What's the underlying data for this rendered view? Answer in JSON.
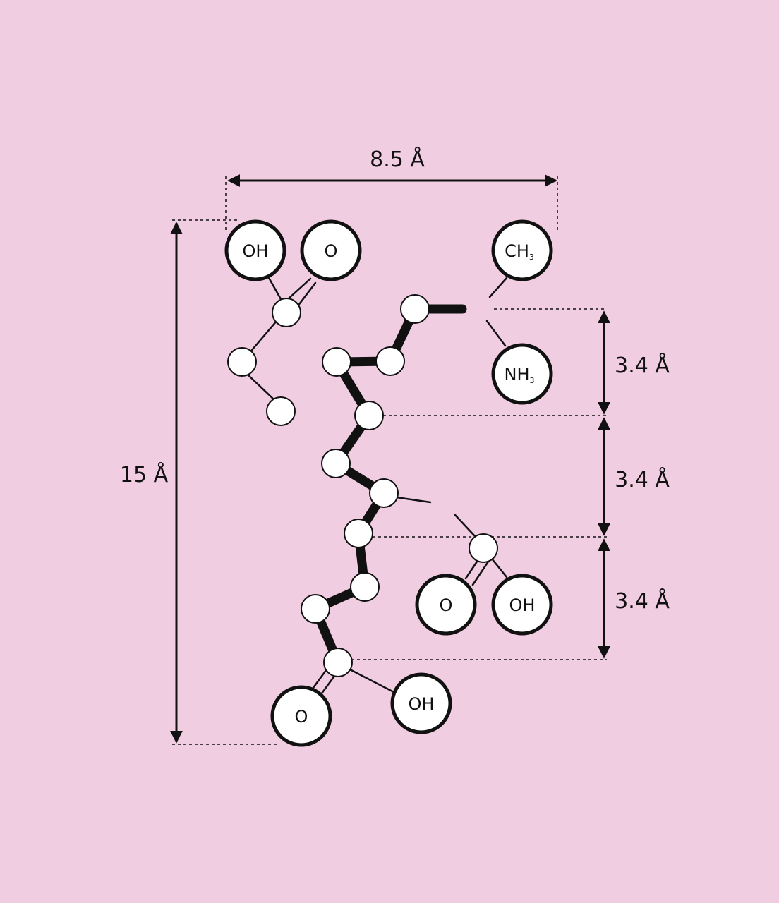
{
  "background_color": "#f1cde2",
  "ink_color": "#111111",
  "dimensions": {
    "width_label": "8.5 Å",
    "height_label": "15 Å",
    "spacing_labels": [
      "3.4 Å",
      "3.4 Å",
      "3.4 Å"
    ]
  },
  "groups": {
    "top_left_hydroxyl": "OH",
    "top_left_oxygen": "O",
    "methyl": {
      "main": "CH",
      "sub": "3"
    },
    "amine": {
      "main": "NH",
      "sub": "3"
    },
    "right_oxygen": "O",
    "right_hydroxyl": "OH",
    "bottom_oxygen": "O",
    "bottom_hydroxyl": "OH"
  }
}
